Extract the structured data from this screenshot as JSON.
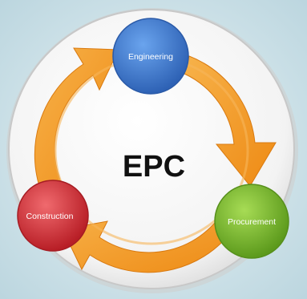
{
  "diagram": {
    "center_label": "EPC",
    "nodes": [
      {
        "id": "engineering",
        "label": "Engineering",
        "color": "#3f7fd0"
      },
      {
        "id": "procurement",
        "label": "Procurement",
        "color": "#7dbf2e"
      },
      {
        "id": "construction",
        "label": "Construction",
        "color": "#d9363e"
      }
    ],
    "arrow_color": "#f39a24",
    "background_color": "#d6e8ee",
    "disc_color": "#f7f7f7"
  }
}
